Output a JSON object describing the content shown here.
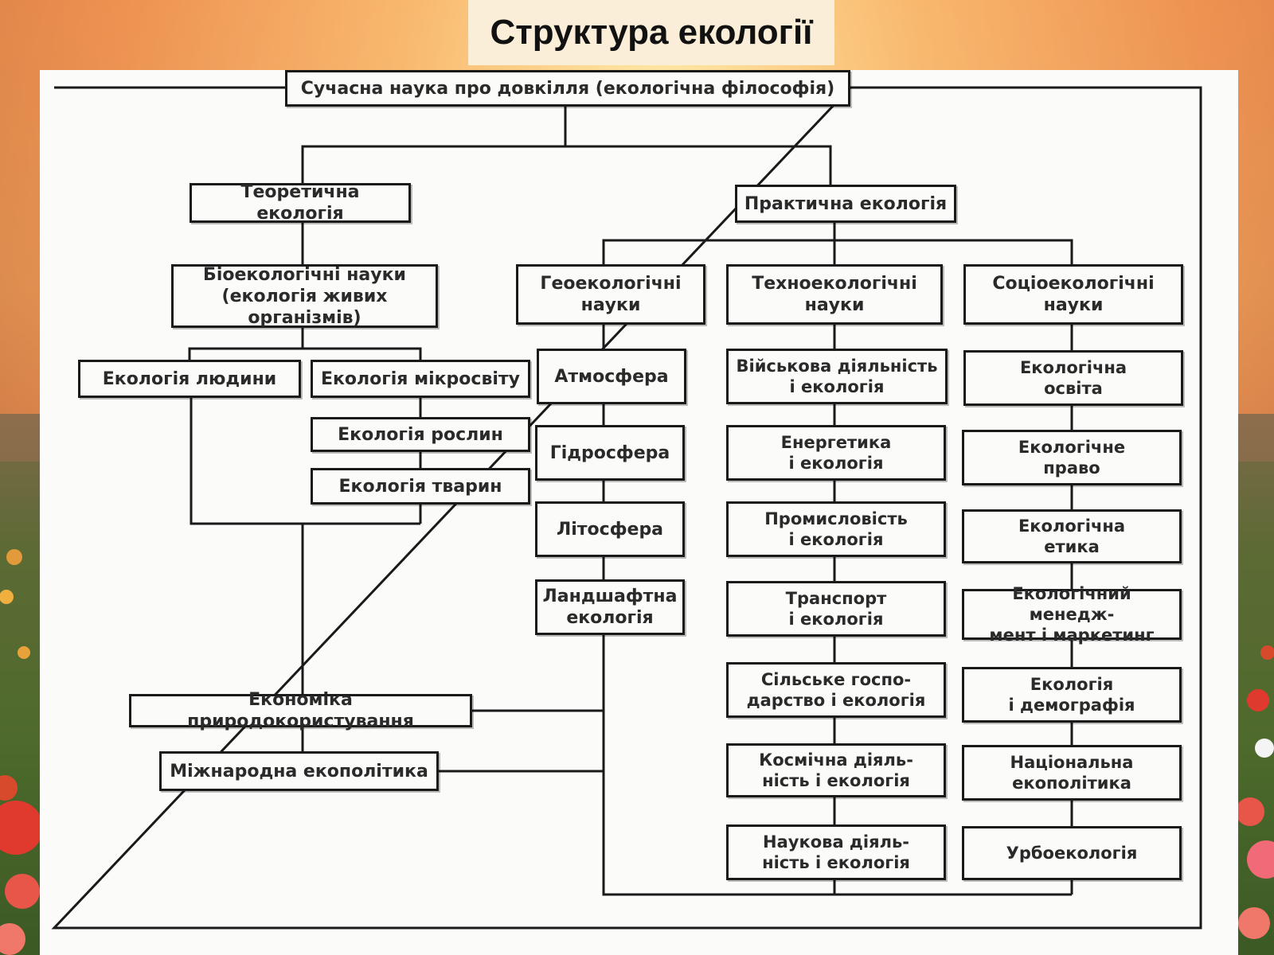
{
  "slide": {
    "title": "Структура екології"
  },
  "diagram": {
    "root": "Сучасна наука про довкілля (екологічна філософія)",
    "theoretical": "Теоретична екологія",
    "practical": "Практична екологія",
    "bioecological": "Біоекологічні науки\n(екологія живих організмів)",
    "human_ecology": "Екологія людини",
    "microworld_ecology": "Екологія мікросвіту",
    "plant_ecology": "Екологія рослин",
    "animal_ecology": "Екологія тварин",
    "economics": "Економіка природокористування",
    "intl_policy": "Міжнародна екополітика",
    "geo": {
      "header": "Геоекологічні\nнауки",
      "items": [
        "Атмосфера",
        "Гідросфера",
        "Літосфера",
        "Ландшафтна\nекологія"
      ]
    },
    "techno": {
      "header": "Техноекологічні\nнауки",
      "items": [
        "Військова діяльність\nі екологія",
        "Енергетика\nі екологія",
        "Промисловість\nі екологія",
        "Транспорт\nі екологія",
        "Сільське госпо-\nдарство і екологія",
        "Космічна діяль-\nність і екологія",
        "Наукова діяль-\nність і екологія"
      ]
    },
    "socio": {
      "header": "Соціоекологічні\nнауки",
      "items": [
        "Екологічна\nосвіта",
        "Екологічне\nправо",
        "Екологічна\nетика",
        "Екологічний менедж-\nмент і маркетинг",
        "Екологія\nі демографія",
        "Національна\nекополітика",
        "Урбоекологія"
      ]
    }
  },
  "colors": {
    "line": "#1a1a1a",
    "paper": "#fbfbf9",
    "title_bg": "#fbeed8"
  }
}
